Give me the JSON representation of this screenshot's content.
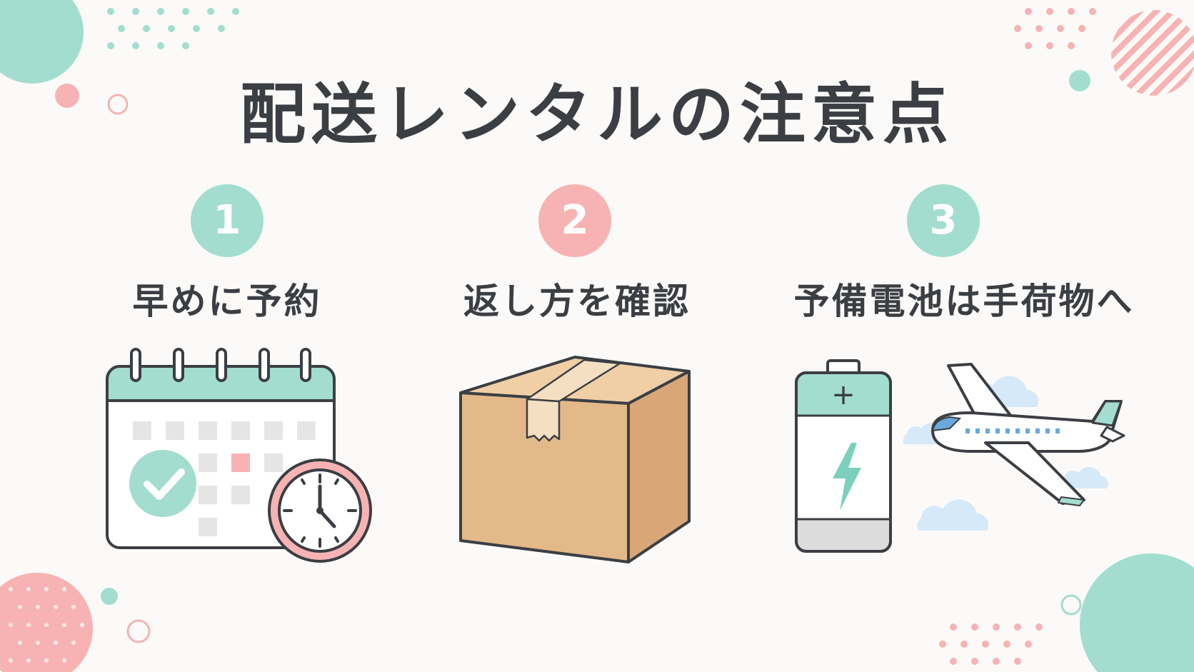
{
  "title": "配送レンタルの注意点",
  "steps": [
    {
      "number": "1",
      "label": "早めに予約",
      "icon": "calendar-clock-icon",
      "color": "#a3ddd0"
    },
    {
      "number": "2",
      "label": "返し方を確認",
      "icon": "cardboard-box-icon",
      "color": "#f7b3b4"
    },
    {
      "number": "3",
      "label": "予備電池は手荷物へ",
      "icon": "battery-airplane-icon",
      "color": "#a3ddd0"
    }
  ],
  "colors": {
    "mint": "#a3ddd0",
    "pink": "#f7b3b4",
    "text": "#3b3f44",
    "background": "#fbfaf8",
    "cardboard": "#e3b98a",
    "sky": "#d6e9f8"
  }
}
